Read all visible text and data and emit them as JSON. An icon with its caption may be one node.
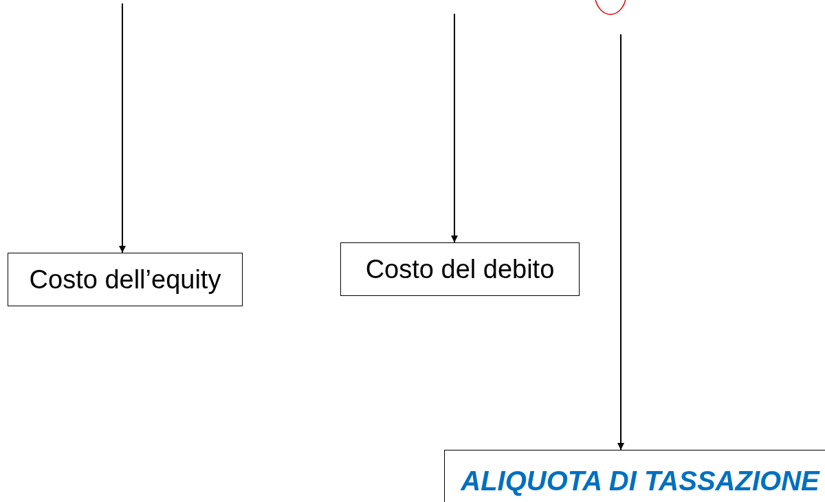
{
  "diagram": {
    "nodes": [
      {
        "text": [
          "Costo dell’equity"
        ]
      },
      {
        "text": [
          "Costo del debito"
        ]
      },
      {
        "text": [
          "ALIQUOTA DI TASSAZIONE"
        ]
      },
      {
        "text": [],
        "shape": "circle"
      }
    ],
    "edges": [
      {
        "from": null,
        "to": 0,
        "arrow": "to"
      },
      {
        "from": null,
        "to": 1,
        "arrow": "to"
      },
      {
        "from": null,
        "to": 2,
        "arrow": "to"
      }
    ]
  }
}
